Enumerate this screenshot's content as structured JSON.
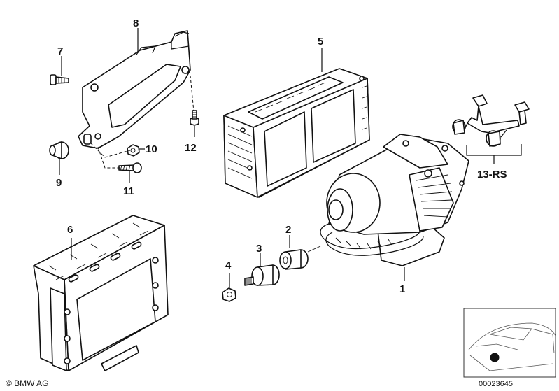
{
  "labels": {
    "p1": "1",
    "p2": "2",
    "p3": "3",
    "p4": "4",
    "p5": "5",
    "p6": "6",
    "p7": "7",
    "p8": "8",
    "p9": "9",
    "p10": "10",
    "p11": "11",
    "p12": "12",
    "p13": "13-RS"
  },
  "footer": {
    "copyright": "© BMW AG",
    "document_number": "00023645"
  }
}
